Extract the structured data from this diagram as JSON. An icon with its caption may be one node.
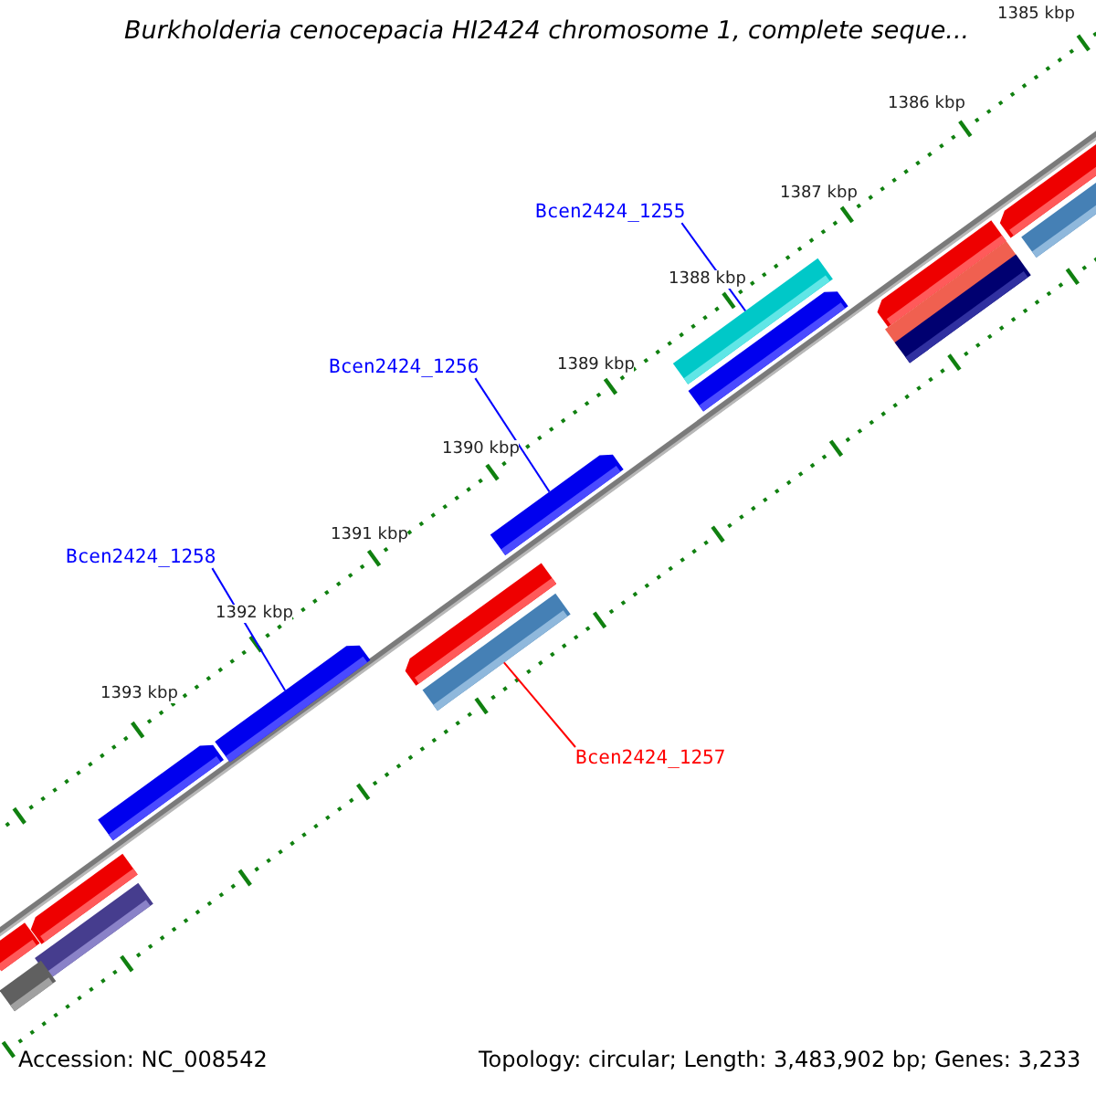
{
  "diagram": {
    "title": "Burkholderia cenocepacia HI2424 chromosome 1, complete seque...",
    "nodes": [
      {
        "text": [
          "Bcen2424_1255"
        ]
      },
      {
        "text": [],
        "shape": "bar"
      },
      {
        "text": [
          "Bcen2424_1256"
        ]
      },
      {
        "text": [],
        "shape": "bar"
      },
      {
        "text": [
          "Bcen2424_1258"
        ]
      },
      {
        "text": [],
        "shape": "bar"
      },
      {
        "text": [
          "Bcen2424_1257"
        ]
      },
      {
        "text": [],
        "shape": "bar"
      },
      {
        "text": [],
        "shape": "bar"
      },
      {
        "text": [],
        "shape": "bar"
      },
      {
        "text": [],
        "shape": "bar"
      },
      {
        "text": [],
        "shape": "bar"
      },
      {
        "text": [],
        "shape": "bar"
      },
      {
        "text": [],
        "shape": "bar"
      },
      {
        "text": [],
        "shape": "bar"
      },
      {
        "text": [],
        "shape": "bar"
      },
      {
        "text": [],
        "shape": "bar"
      },
      {
        "text": [],
        "shape": "bar"
      },
      {
        "text": [],
        "shape": "bar"
      },
      {
        "text": [],
        "shape": "bar"
      }
    ],
    "edges": [
      {
        "from": 0,
        "to": 1,
        "arrow": "none"
      },
      {
        "from": 2,
        "to": 3,
        "arrow": "none"
      },
      {
        "from": 4,
        "to": 5,
        "arrow": "none"
      },
      {
        "from": 6,
        "to": 7,
        "arrow": "none",
        "color": "#ff0000"
      }
    ],
    "labels": [
      "1385 kbp",
      "1386 kbp",
      "1387 kbp",
      "1388 kbp",
      "1389 kbp",
      "1390 kbp",
      "1391 kbp",
      "1392 kbp",
      "1393 kbp",
      "Accession: NC_008542",
      "Topology: circular; Length: 3,483,902 bp; Genes: 3,233"
    ]
  }
}
